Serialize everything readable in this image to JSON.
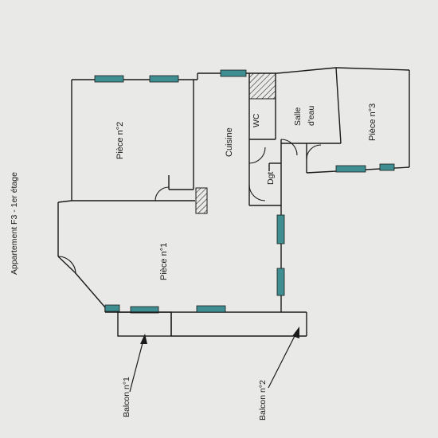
{
  "plan": {
    "title": "Appartement F3 - 1er étage",
    "rooms": {
      "piece1": "Pièce n°1",
      "piece2": "Pièce n°2",
      "piece3": "Pièce n°3",
      "cuisine": "Cuisine",
      "wc": "WC",
      "salle_line1": "Salle",
      "salle_line2": "d'eau",
      "dgt": "Dgt"
    },
    "balconies": {
      "balcon1": "Balcon n°1",
      "balcon2": "Balcon n°2"
    },
    "colors": {
      "window": "#3f8f92",
      "wall": "#1a1a1a",
      "paper": "#e9e9e7"
    }
  }
}
